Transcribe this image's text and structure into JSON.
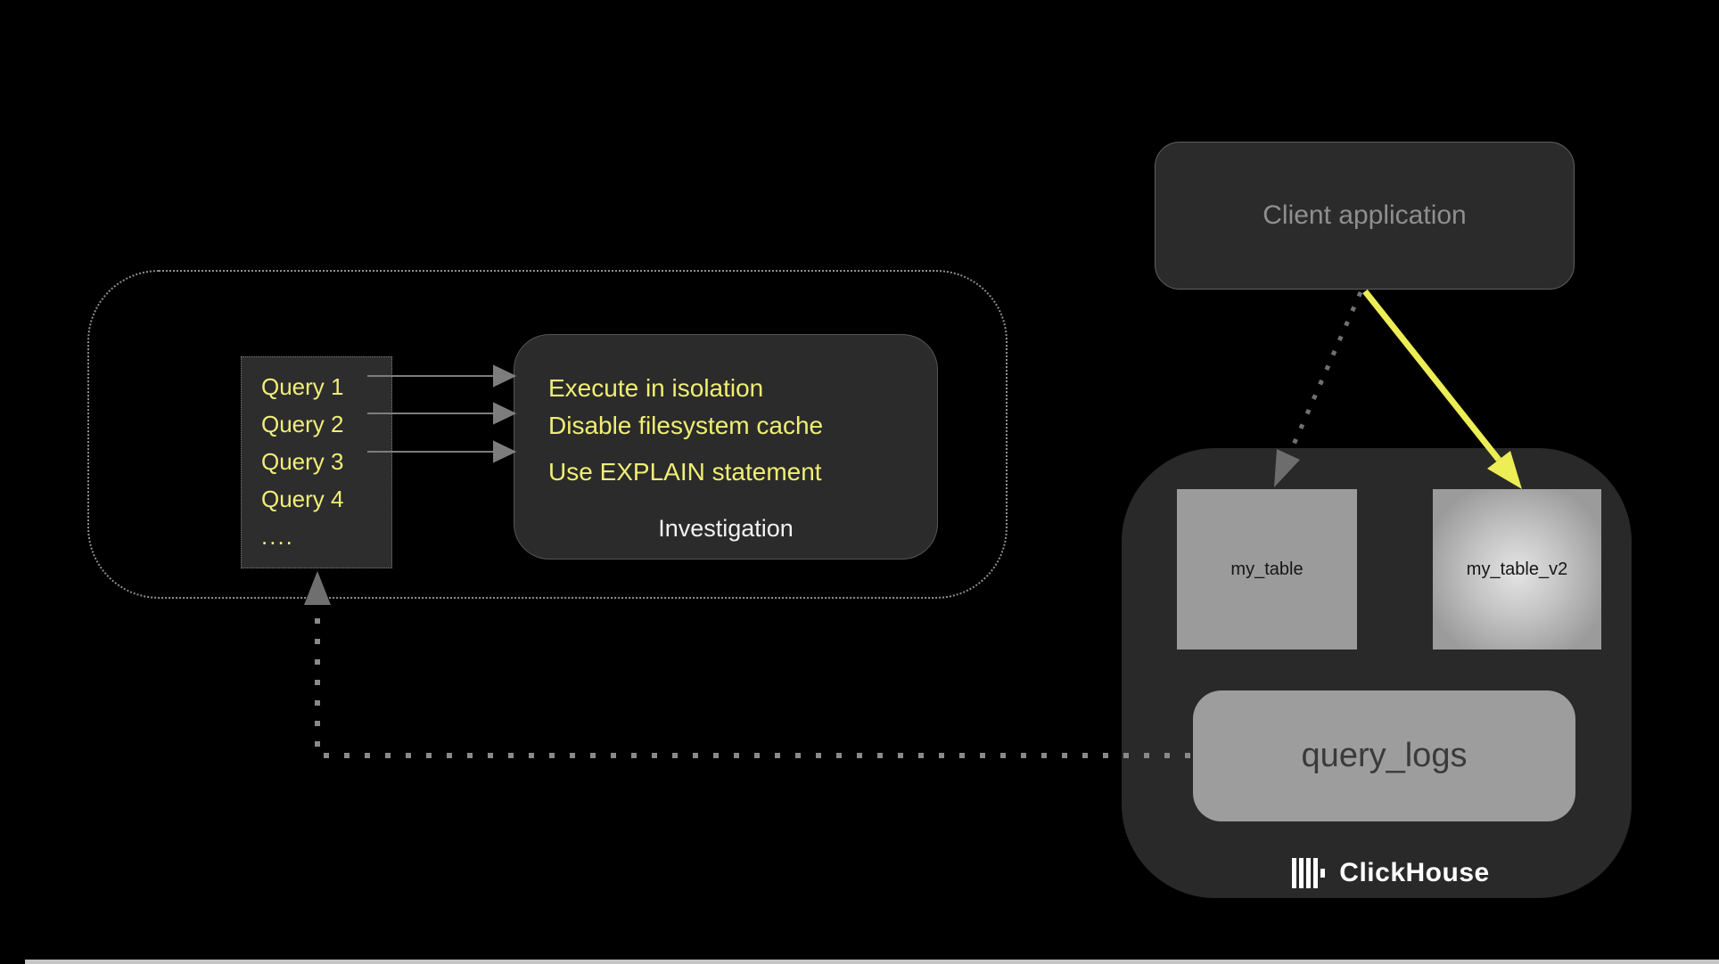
{
  "investigation_group": {
    "query_list": {
      "items": [
        "Query 1",
        "Query 2",
        "Query 3",
        "Query 4",
        "...."
      ]
    },
    "investigation_box": {
      "tips": [
        "Execute in isolation",
        "Disable filesystem cache",
        "Use EXPLAIN statement"
      ],
      "label": "Investigation"
    }
  },
  "client_application": {
    "label": "Client application"
  },
  "clickhouse": {
    "tables": [
      {
        "name": "my_table"
      },
      {
        "name": "my_table_v2"
      }
    ],
    "query_logs": {
      "label": "query_logs"
    },
    "brand": {
      "name": "ClickHouse"
    }
  },
  "colors": {
    "highlight_yellow": "#eded55",
    "text_yellow": "#f0ee74",
    "box_dark": "#2b2b2b",
    "container_dark": "#292929",
    "table_gray": "#9b9b9b",
    "arrow_gray": "#8a8a8a",
    "client_text_gray": "#8f8f8f"
  }
}
